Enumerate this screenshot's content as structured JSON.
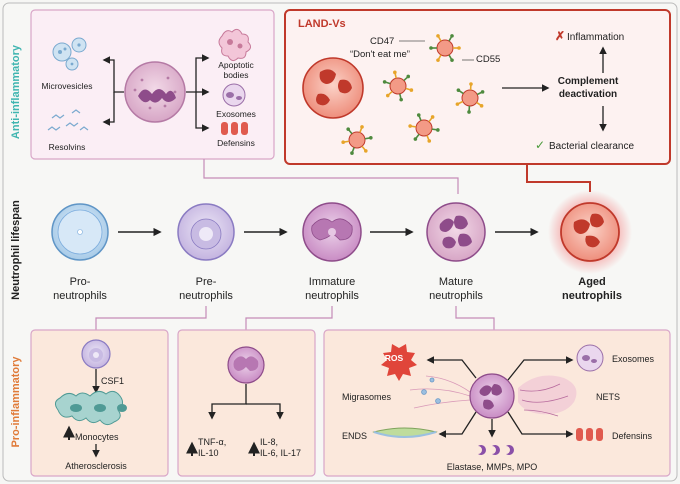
{
  "labels": {
    "anti_inflammatory": "Anti-inflammatory",
    "pro_inflammatory": "Pro-inflammatory",
    "neutrophil_lifespan": "Neutrophil lifespan",
    "land_vs": "LAND-Vs",
    "cd47": "CD47",
    "dont_eat_me": "“Don't eat me”",
    "cd55": "CD55",
    "inflammation": "Inflammation",
    "complement_line1": "Complement",
    "complement_line2": "deactivation",
    "bacterial_clearance": "Bacterial clearance",
    "microvesicles": "Microvesicles",
    "resolvins": "Resolvins",
    "apoptotic_line1": "Apoptotic",
    "apoptotic_line2": "bodies",
    "exosomes": "Exosomes",
    "defensins": "Defensins",
    "csf1": "CSF1",
    "monocytes": "Monocytes",
    "atherosclerosis": "Atherosclerosis",
    "tnf_line1": "TNF-α,",
    "tnf_line2": "IL-10",
    "il8_line1": "IL-8,",
    "il8_line2": "IL-6, IL-17",
    "ros": "ROS",
    "migrasomes": "Migrasomes",
    "nets": "NETS",
    "ends": "ENDS",
    "elastase": "Elastase, MMPs, MPO",
    "exosomes2": "Exosomes",
    "defensins2": "Defensins"
  },
  "stages": [
    {
      "line1": "Pro-",
      "line2": "neutrophils"
    },
    {
      "line1": "Pre-",
      "line2": "neutrophils"
    },
    {
      "line1": "Immature",
      "line2": "neutrophils"
    },
    {
      "line1": "Mature",
      "line2": "neutrophils"
    },
    {
      "line1": "Aged",
      "line2": "neutrophils"
    }
  ],
  "colors": {
    "anti": "#3fb5b0",
    "pro": "#e07b39",
    "land_border": "#c0392b",
    "panel_border": "#c58bb8",
    "cell_purple": "#a45aa8",
    "cell_red": "#e0564a"
  }
}
